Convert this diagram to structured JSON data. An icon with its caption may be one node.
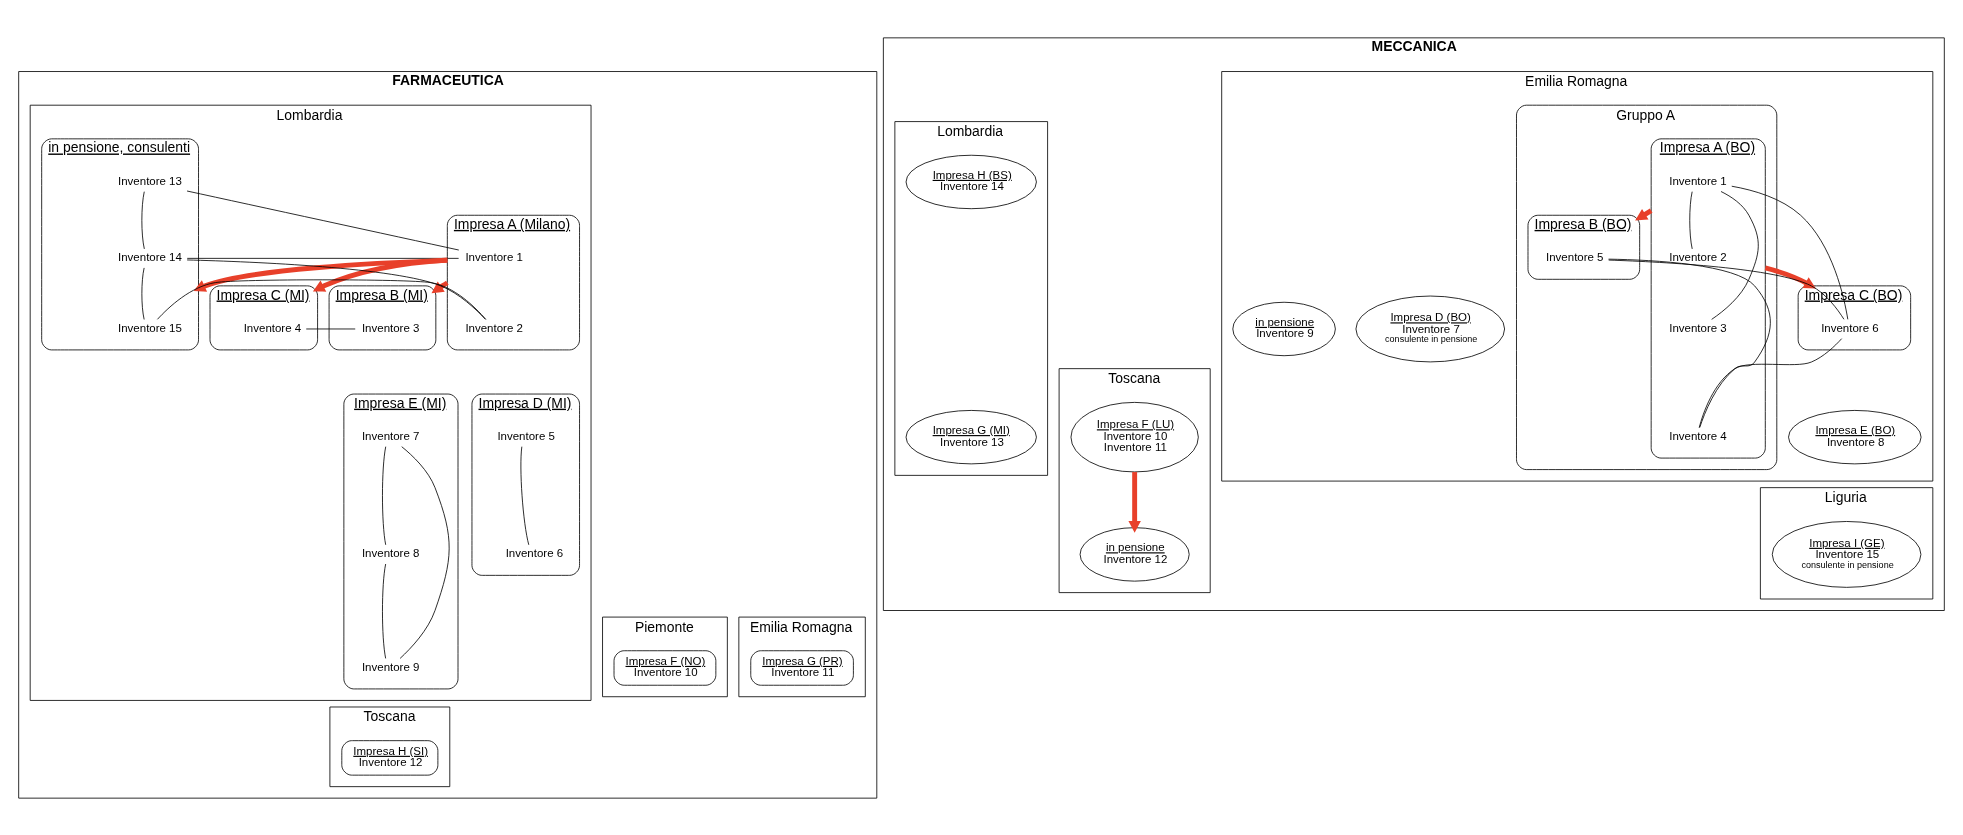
{
  "diagram": {
    "nodes": [
      {
        "text": [
          "FARMACEUTICA"
        ]
      },
      {
        "text": [
          "Lombardia"
        ],
        "in": 0
      },
      {
        "text": [
          "Impresa A (Milano)"
        ],
        "in": 1
      },
      {
        "text": [
          "Inventore 1"
        ],
        "in": 2
      },
      {
        "text": [
          "Inventore 2"
        ],
        "in": 2
      },
      {
        "text": [
          "in pensione, consulenti"
        ],
        "in": 1
      },
      {
        "text": [
          "Inventore 13"
        ],
        "in": 5
      },
      {
        "text": [
          "Inventore 14"
        ],
        "in": 5
      },
      {
        "text": [
          "Inventore 15"
        ],
        "in": 5
      },
      {
        "text": [
          "Impresa C (MI)"
        ],
        "in": 1
      },
      {
        "text": [
          "Inventore 4"
        ],
        "in": 9
      },
      {
        "text": [
          "Impresa B (MI)"
        ],
        "in": 1
      },
      {
        "text": [
          "Inventore 3"
        ],
        "in": 11
      },
      {
        "text": [
          "Impresa D (MI)"
        ],
        "in": 1
      },
      {
        "text": [
          "Inventore 5"
        ],
        "in": 13
      },
      {
        "text": [
          "Inventore 6"
        ],
        "in": 13
      },
      {
        "text": [
          "Impresa E (MI)"
        ],
        "in": 1
      },
      {
        "text": [
          "Inventore 7"
        ],
        "in": 16
      },
      {
        "text": [
          "Inventore 8"
        ],
        "in": 16
      },
      {
        "text": [
          "Inventore 9"
        ],
        "in": 16
      },
      {
        "text": [
          "Piemonte"
        ],
        "in": 0
      },
      {
        "text": [
          "Impresa F (NO)",
          "Inventore 10"
        ],
        "in": 20
      },
      {
        "text": [
          "Emilia Romagna"
        ],
        "in": 0
      },
      {
        "text": [
          "Impresa G (PR)",
          "Inventore 11"
        ],
        "in": 22
      },
      {
        "text": [
          "Toscana"
        ],
        "in": 0
      },
      {
        "text": [
          "Impresa H (SI)",
          "Inventore 12"
        ],
        "in": 24
      },
      {
        "text": [
          "MECCANICA"
        ]
      },
      {
        "text": [
          "Emilia Romagna"
        ],
        "in": 26
      },
      {
        "text": [
          "Gruppo A"
        ],
        "in": 27
      },
      {
        "text": [
          "Impresa A (BO)"
        ],
        "in": 28
      },
      {
        "text": [
          "Inventore 1"
        ],
        "in": 29
      },
      {
        "text": [
          "Inventore 2"
        ],
        "in": 29
      },
      {
        "text": [
          "Inventore 3"
        ],
        "in": 29
      },
      {
        "text": [
          "Inventore 4"
        ],
        "in": 29
      },
      {
        "text": [
          "Impresa B (BO)"
        ],
        "in": 28
      },
      {
        "text": [
          "Inventore 5"
        ],
        "in": 34
      },
      {
        "text": [
          "Impresa C (BO)"
        ],
        "in": 27
      },
      {
        "text": [
          "Inventore 6"
        ],
        "in": 36
      },
      {
        "text": [
          "Impresa D (BO)",
          "Inventore 7",
          "consulente in pensione"
        ],
        "in": 27
      },
      {
        "text": [
          "in pensione",
          "Inventore 9"
        ],
        "in": 27
      },
      {
        "text": [
          "Impresa E (BO)",
          "Inventore 8"
        ],
        "in": 27
      },
      {
        "text": [
          "Toscana"
        ],
        "in": 26
      },
      {
        "text": [
          "Impresa F (LU)",
          "Inventore 10",
          "Inventore 11"
        ],
        "in": 41
      },
      {
        "text": [
          "in pensione",
          "Inventore 12"
        ],
        "in": 41
      },
      {
        "text": [
          "Lombardia"
        ],
        "in": 26
      },
      {
        "text": [
          "Impresa G (MI)",
          "Inventore 13"
        ],
        "in": 44
      },
      {
        "text": [
          "Impresa H (BS)",
          "Inventore 14"
        ],
        "in": 44
      },
      {
        "text": [
          "Liguria"
        ],
        "in": 26
      },
      {
        "text": [
          "Impresa I (GE)",
          "Inventore 15",
          "consulente in pensione"
        ],
        "in": 47
      }
    ],
    "edges": [
      {
        "from": 2,
        "to": 5,
        "arrow": "to",
        "style": "thick",
        "color": "#e8402a"
      },
      {
        "from": 2,
        "to": 9,
        "arrow": "to",
        "style": "thick",
        "color": "#e8402a"
      },
      {
        "from": 2,
        "to": 11,
        "arrow": "to",
        "style": "thick",
        "color": "#e8402a"
      },
      {
        "from": 3,
        "to": 6,
        "arrow": "none"
      },
      {
        "from": 3,
        "to": 7,
        "arrow": "none"
      },
      {
        "from": 4,
        "to": 7,
        "arrow": "none"
      },
      {
        "from": 4,
        "to": 8,
        "arrow": "none"
      },
      {
        "from": 10,
        "to": 12,
        "arrow": "none"
      },
      {
        "from": 6,
        "to": 7,
        "arrow": "none"
      },
      {
        "from": 7,
        "to": 8,
        "arrow": "none"
      },
      {
        "from": 14,
        "to": 15,
        "arrow": "none"
      },
      {
        "from": 17,
        "to": 18,
        "arrow": "none"
      },
      {
        "from": 18,
        "to": 19,
        "arrow": "none"
      },
      {
        "from": 17,
        "to": 19,
        "arrow": "none"
      },
      {
        "from": 29,
        "to": 36,
        "arrow": "to",
        "style": "thick",
        "color": "#e8402a"
      },
      {
        "from": 29,
        "to": 34,
        "arrow": "to",
        "style": "thick",
        "color": "#e8402a"
      },
      {
        "from": 30,
        "to": 31,
        "arrow": "none"
      },
      {
        "from": 30,
        "to": 32,
        "arrow": "none"
      },
      {
        "from": 33,
        "to": 35,
        "arrow": "none"
      },
      {
        "from": 30,
        "to": 37,
        "arrow": "none"
      },
      {
        "from": 33,
        "to": 37,
        "arrow": "none"
      },
      {
        "from": 35,
        "to": 37,
        "arrow": "none"
      },
      {
        "from": 42,
        "to": 43,
        "arrow": "to",
        "style": "thick",
        "color": "#e8402a"
      }
    ]
  }
}
